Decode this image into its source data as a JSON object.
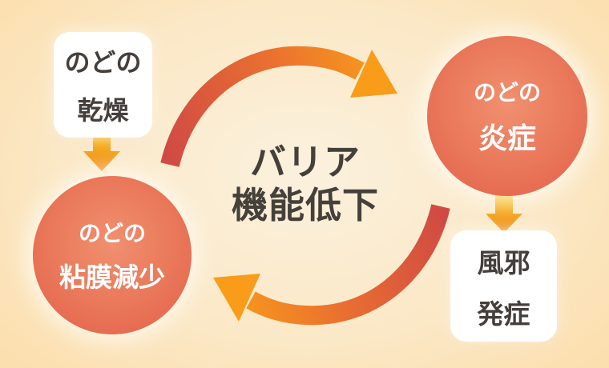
{
  "center_label": {
    "line1": "バリア",
    "line2": "機能低下"
  },
  "nodes": {
    "throat_dryness": {
      "shape": "rounded-box",
      "line1": "のどの",
      "line2": "乾燥"
    },
    "mucosa_decrease": {
      "shape": "circle",
      "line1": "のどの",
      "line2": "粘膜減少"
    },
    "throat_inflammation": {
      "shape": "circle",
      "line1": "のどの",
      "line2": "炎症"
    },
    "cold_onset": {
      "shape": "rounded-box",
      "line1": "風邪",
      "line2": "発症"
    }
  },
  "icons": {
    "curved_arrow_top": "clockwise-curved-arrow",
    "curved_arrow_bottom": "clockwise-curved-arrow",
    "down_arrow_left": "block-down-arrow",
    "down_arrow_right": "block-down-arrow"
  },
  "colors": {
    "background_center": "#fbf1de",
    "background_edge": "#fccb85",
    "circle_fill_center": "#ef8a68",
    "circle_fill_edge": "#e35f4a",
    "curved_arrow_start": "#d04a44",
    "curved_arrow_end": "#f89c1a",
    "down_arrow_top": "#f9bd15",
    "down_arrow_bottom": "#ee8514",
    "box_fill": "#ffffff",
    "dark_text": "#453f3b",
    "light_text": "#ffffff"
  }
}
